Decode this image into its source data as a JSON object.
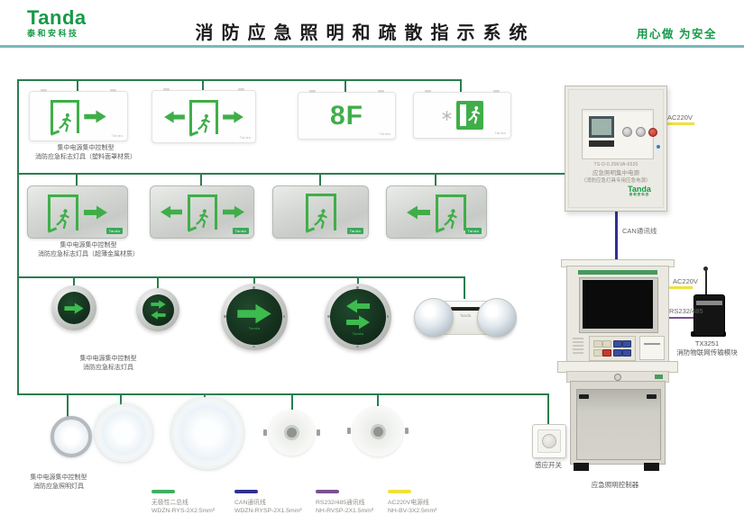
{
  "header": {
    "logo": "Tanda",
    "logo_sub": "泰和安科技",
    "title": "消防应急照明和疏散指示系统",
    "slogan": "用心做 为安全"
  },
  "groups": {
    "row1": {
      "line1": "集中电源集中控制型",
      "line2": "消防应急标志灯具（塑料面罩材质）"
    },
    "row2": {
      "line1": "集中电源集中控制型",
      "line2": "消防应急标志灯具（超薄金属材质）"
    },
    "row3": {
      "line1": "集中电源集中控制型",
      "line2": "消防应急标志灯具"
    },
    "row4": {
      "line1": "集中电源集中控制型",
      "line2": "消防应急照明灯具"
    }
  },
  "signs": {
    "brand": "Tanda",
    "floor": "8F"
  },
  "power_box": {
    "model": "TS-D-0.25KVA-6520",
    "name": "应急照明集中电源",
    "subtitle": "（消防应急灯具专用应急电源）",
    "brand": "Tanda",
    "brand_sub": "泰和安科技"
  },
  "controller": {
    "label": "应急照明控制器"
  },
  "sensor": {
    "label": "感应开关"
  },
  "tx_module": {
    "model": "TX3251",
    "name": "消防物联网传输模块"
  },
  "wire_labels": {
    "ac220v_top": "AC220V",
    "can": "CAN通讯线",
    "ac220v_mid": "AC220V",
    "rs": "RS232/485"
  },
  "legend": [
    {
      "label": "无极性二总线",
      "spec": "WDZN-RYS-2X2.5mm²",
      "color": "#3cb061"
    },
    {
      "label": "CAN通讯线",
      "spec": "WDZN-RYSP-2X1.5mm²",
      "color": "#2e3192"
    },
    {
      "label": "RS232/485通讯线",
      "spec": "NH-RVSP-2X1.5mm²",
      "color": "#7a4f93"
    },
    {
      "label": "AC220V电源线",
      "spec": "NH-BV-3X2.5mm²",
      "color": "#f0e13b"
    }
  ],
  "colors": {
    "brand_green": "#169a47",
    "bus_green": "#2a7d4f",
    "sign_green": "#3fae49",
    "header_line": "#7ab8ba",
    "can_blue": "#2e3192",
    "rs_purple": "#7a4f93",
    "ac_yellow": "#f0e13b"
  }
}
